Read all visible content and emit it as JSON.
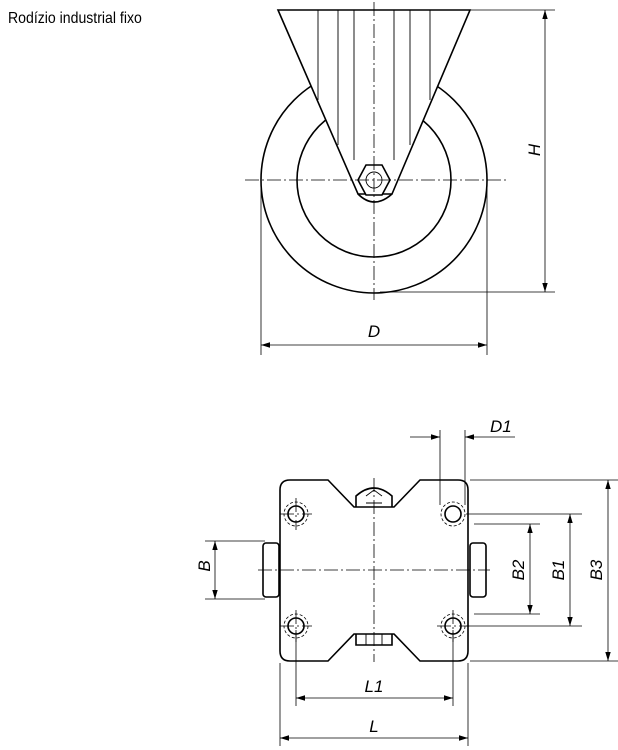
{
  "title": "Rodízio industrial fixo",
  "labels": {
    "D": "D",
    "H": "H",
    "D1": "D1",
    "B": "B",
    "B1": "B1",
    "B2": "B2",
    "B3": "B3",
    "L": "L",
    "L1": "L1"
  }
}
